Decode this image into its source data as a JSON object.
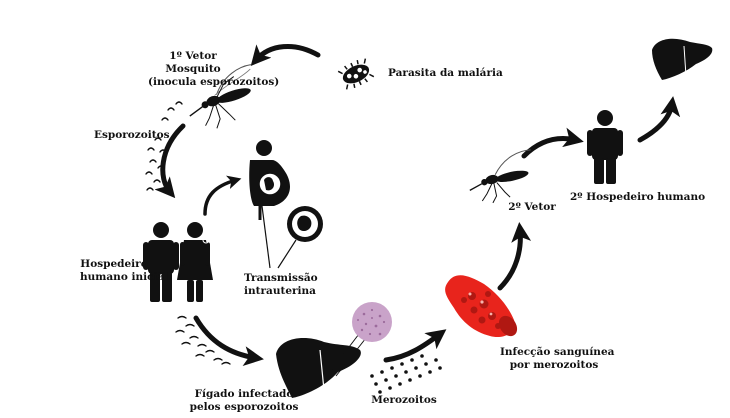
{
  "diagram": {
    "labels": {
      "vector1": [
        "1º Vetor",
        "Mosquito",
        "(inocula esporozoitos)"
      ],
      "parasite": "Parasita da malária",
      "sporozoites": "Esporozoitos",
      "initial_host": [
        "Hospedeiro",
        "humano inicial"
      ],
      "intrauterine": [
        "Transmissão",
        "intrauterina"
      ],
      "infected_liver": [
        "Fígado infectado",
        "pelos esporozoitos"
      ],
      "merozoites": "Merozoitos",
      "blood_infection": [
        "Infecção sanguínea",
        "por merozoitos"
      ],
      "vector2": "2º Vetor",
      "second_host": "2º Hospedeiro humano"
    },
    "icons": [
      "parasite-icon",
      "mosquito-icon",
      "man-icon",
      "woman-icon",
      "pregnant-woman-icon",
      "fetus-icon",
      "liver-icon",
      "blood-vessel-icon",
      "tissue-micrograph-icon"
    ],
    "colors": {
      "ink": "#111111",
      "blood": "#e8241c",
      "blood_dark": "#b01812",
      "tissue": "#c9a3c9"
    }
  }
}
